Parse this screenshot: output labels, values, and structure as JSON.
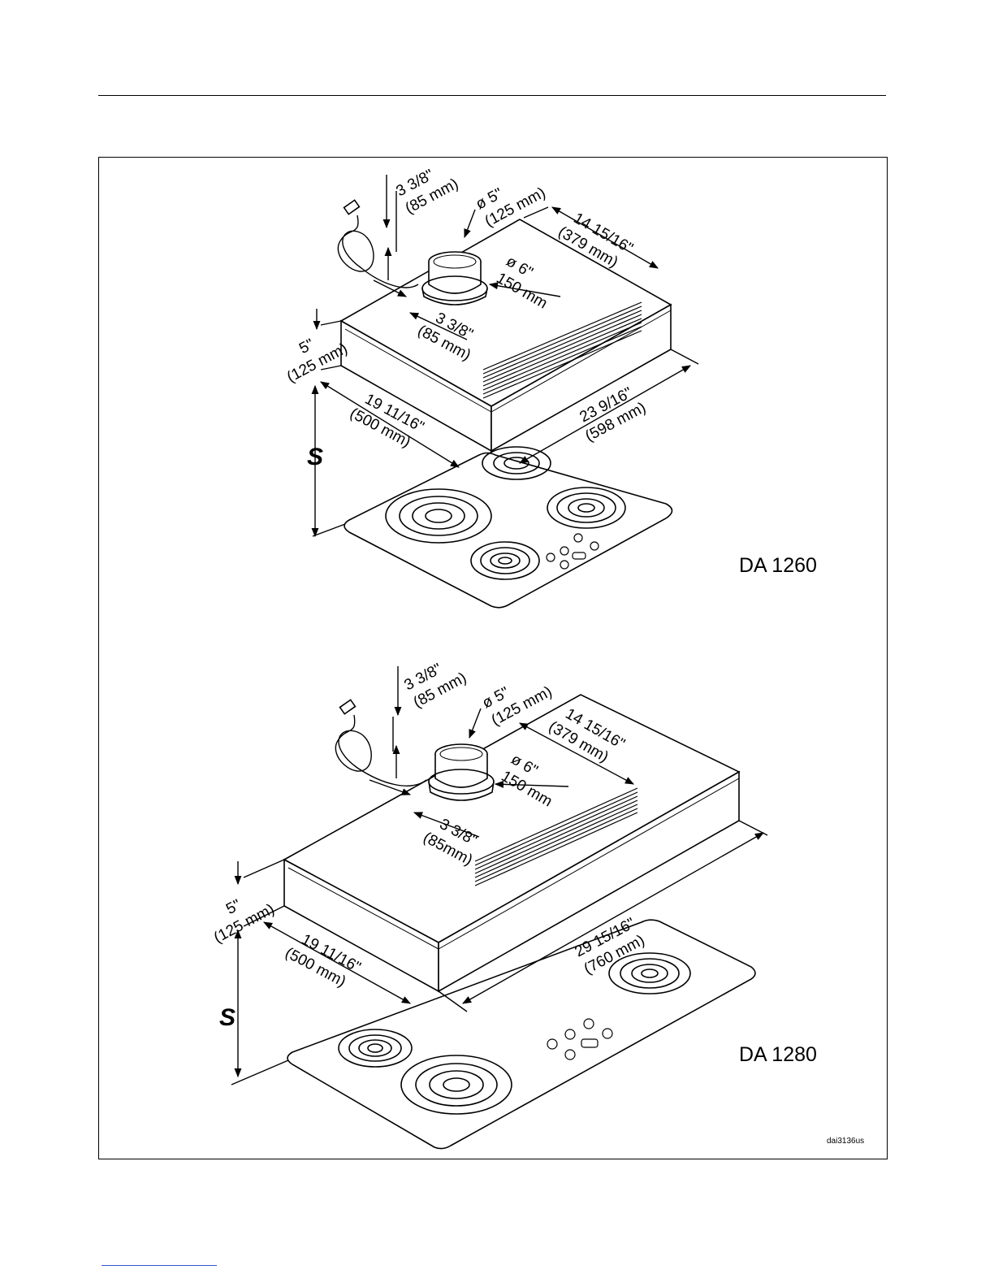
{
  "figure1": {
    "model": "DA 1260",
    "chimney_height": [
      "3 3/8\"",
      "(85 mm)"
    ],
    "duct_5": [
      "ø 5\"",
      "(125 mm)"
    ],
    "depth_to_rear": [
      "14 15/16\"",
      "(379 mm)"
    ],
    "duct_6": [
      "ø 6\"",
      "150 mm"
    ],
    "offset": [
      "3 3/8\"",
      "(85 mm)"
    ],
    "height": [
      "5\"",
      "(125 mm)"
    ],
    "depth": [
      "19 11/16\"",
      "(500 mm)"
    ],
    "width": [
      "23 9/16\"",
      "(598 mm)"
    ],
    "clearance": "S"
  },
  "figure2": {
    "model": "DA 1280",
    "chimney_height": [
      "3 3/8\"",
      "(85 mm)"
    ],
    "duct_5": [
      "ø 5\"",
      "(125 mm)"
    ],
    "depth_to_rear": [
      "14 15/16\"",
      "(379 mm)"
    ],
    "duct_6": [
      "ø 6\"",
      "150 mm"
    ],
    "offset": [
      "3 3/8\"",
      "(85mm)"
    ],
    "height": [
      "5\"",
      "(125 mm)"
    ],
    "depth": [
      "19 11/16\"",
      "(500 mm)"
    ],
    "width": [
      "29 15/16\"",
      "(760 mm)"
    ],
    "clearance": "S"
  },
  "drawing_code": "dai3136us"
}
